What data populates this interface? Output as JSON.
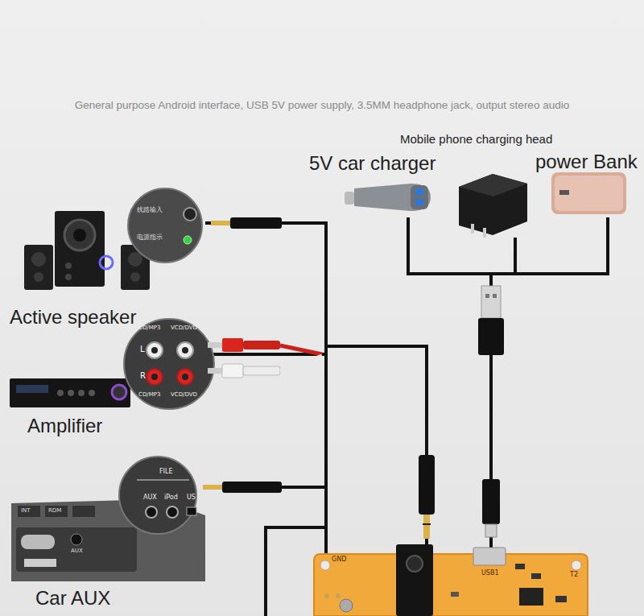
{
  "diagram": {
    "title": "General purpose Android interface, USB 5V power supply, 3.5MM headphone jack, output stereo audio",
    "nodes": [
      {
        "text": [
          "Active speaker"
        ]
      },
      {
        "text": [
          "Amplifier"
        ]
      },
      {
        "text": [
          "Car AUX"
        ]
      },
      {
        "text": [
          "5V car charger"
        ]
      },
      {
        "text": [
          "Mobile phone charging head"
        ]
      },
      {
        "text": [
          "power Bank"
        ]
      },
      {
        "text": [
          "GND",
          "USB1",
          "T2"
        ]
      }
    ],
    "edges": [
      {
        "from": 0,
        "to": 6,
        "arrow": "none"
      },
      {
        "from": 1,
        "to": 6,
        "arrow": "none"
      },
      {
        "from": 2,
        "to": 6,
        "arrow": "none"
      },
      {
        "from": 3,
        "to": 6,
        "arrow": "none"
      },
      {
        "from": 4,
        "to": 6,
        "arrow": "none"
      },
      {
        "from": 5,
        "to": 6,
        "arrow": "none"
      }
    ],
    "labels": [
      "线路输入",
      "电源指示",
      "CD/MP3",
      "VCD/DVD",
      "L",
      "R",
      "CD/MP3",
      "VCD/DVD",
      "FILE",
      "AUX",
      "iPod",
      "US",
      "INT",
      "RDM",
      "AUX"
    ]
  }
}
